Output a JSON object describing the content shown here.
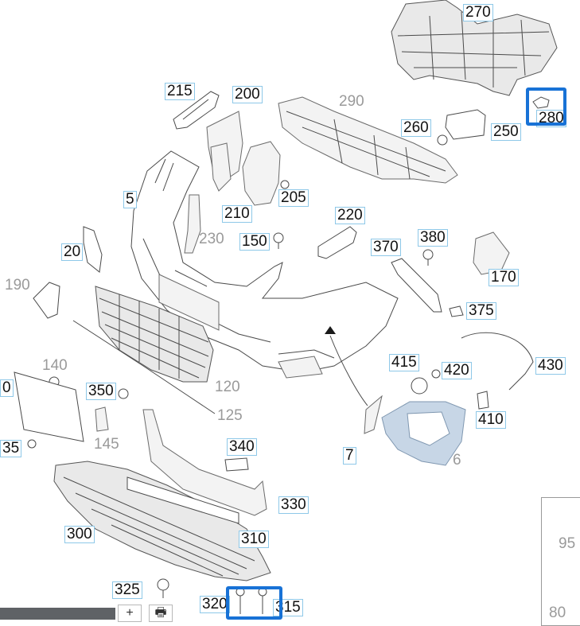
{
  "callouts": {
    "c270": "270",
    "c215": "215",
    "c200": "200",
    "c290": "290",
    "c260": "260",
    "c250": "250",
    "c280": "280",
    "c5": "5",
    "c210": "210",
    "c205": "205",
    "c220": "220",
    "c230": "230",
    "c150": "150",
    "c20": "20",
    "c370": "370",
    "c380": "380",
    "c170": "170",
    "c190": "190",
    "c375": "375",
    "c415": "415",
    "c420": "420",
    "c430": "430",
    "c140": "140",
    "c350": "350",
    "c120": "120",
    "c0": "0",
    "c410": "410",
    "c125": "125",
    "c145": "145",
    "c35": "35",
    "c340": "340",
    "c7": "7",
    "c6": "6",
    "c330": "330",
    "c300": "300",
    "c310": "310",
    "c95": "95",
    "c325": "325",
    "c320": "320",
    "c315": "315",
    "c80": "80"
  },
  "toolbar": {
    "zoom_in": "+",
    "print": "🖶"
  },
  "colors": {
    "highlight": "#1872d6",
    "callout_border": "#8ec8e8",
    "accent_part": "#c7d6e6"
  }
}
